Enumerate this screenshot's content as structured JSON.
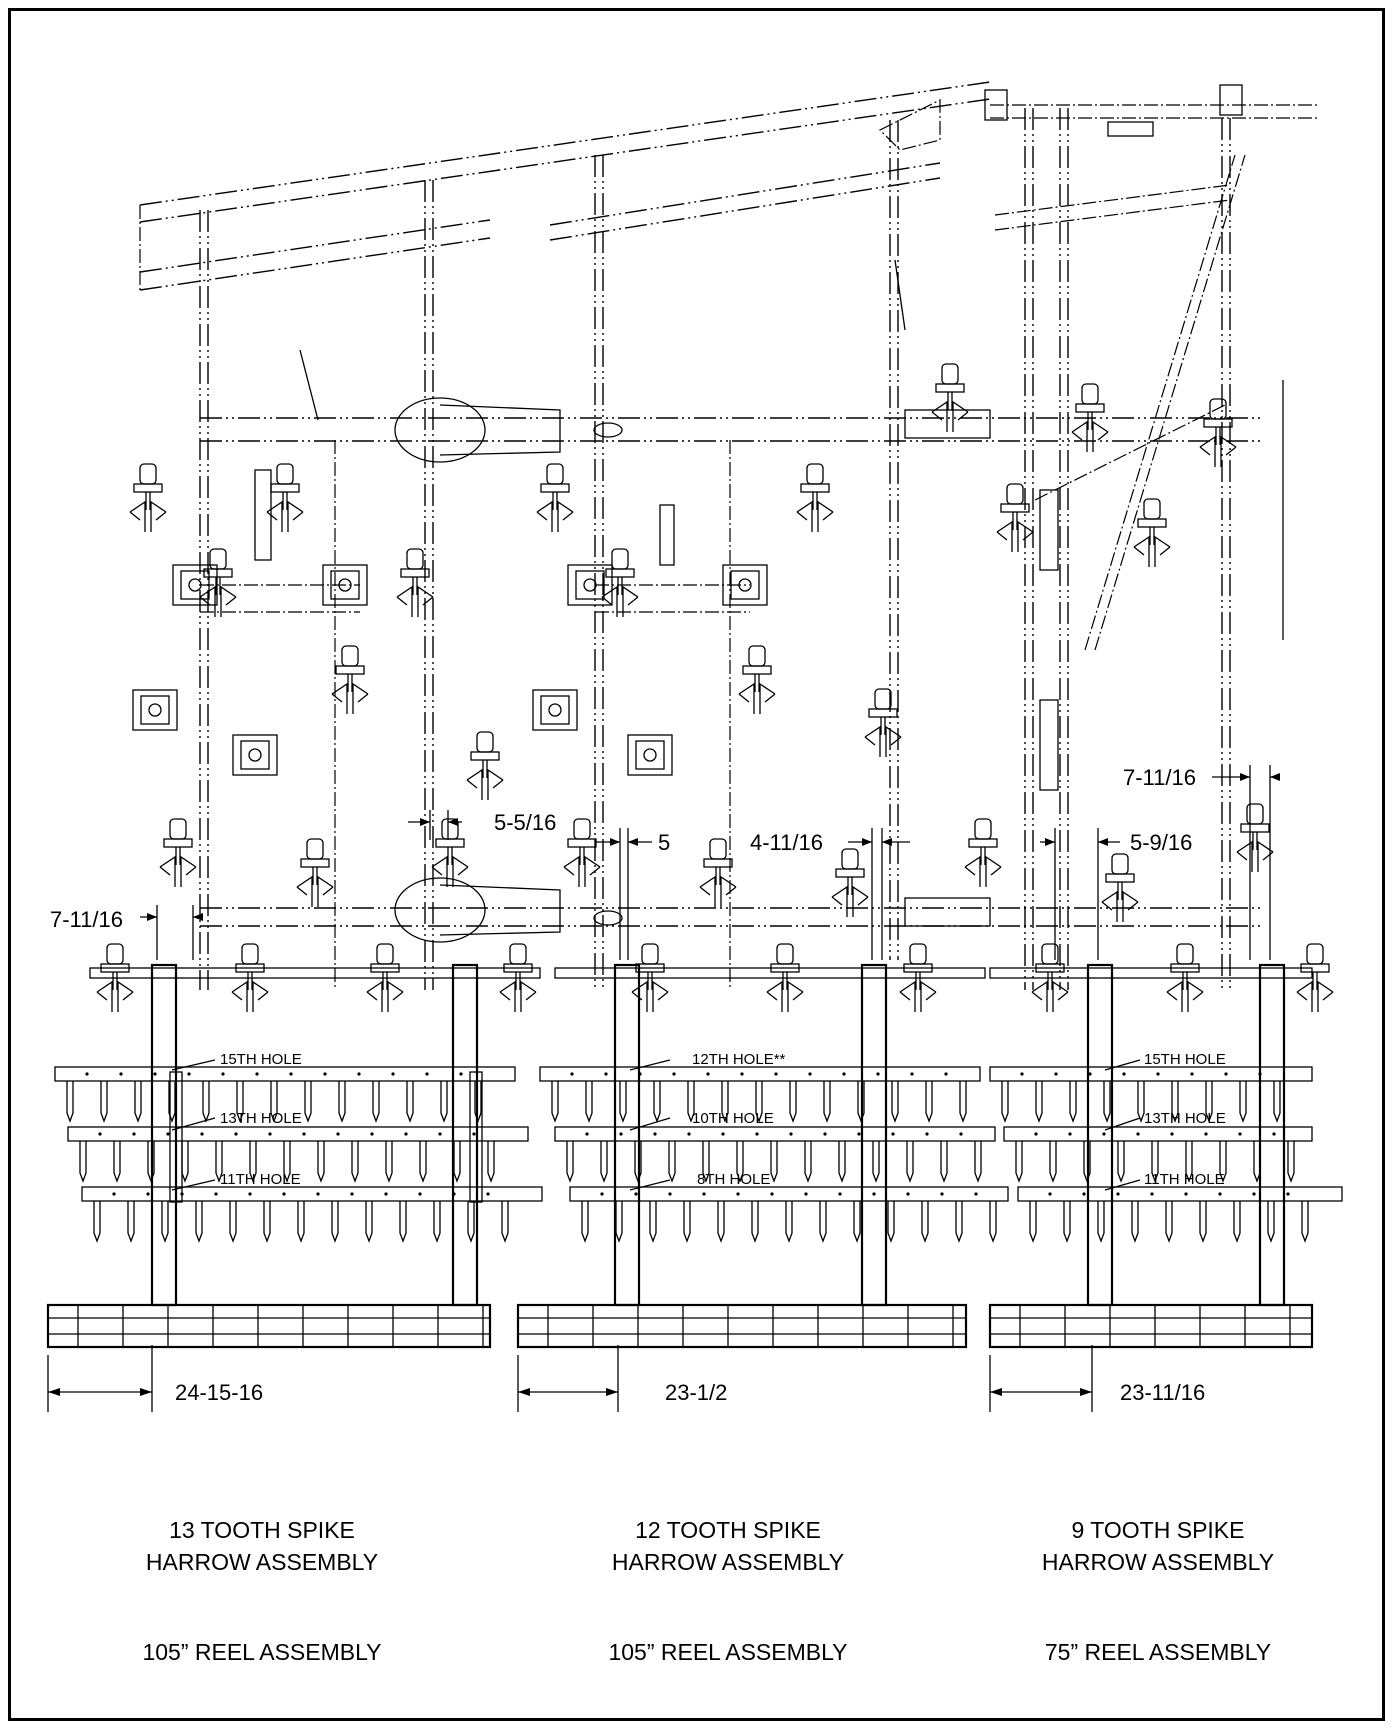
{
  "dimensions": {
    "d_7_11_16_right": "7-11/16",
    "d_5_5_16": "5-5/16",
    "d_5": "5",
    "d_4_11_16": "4-11/16",
    "d_5_9_16": "5-9/16",
    "d_7_11_16_left": "7-11/16",
    "d_24_15_16": "24-15-16",
    "d_23_1_2": "23-1/2",
    "d_23_11_16": "23-11/16"
  },
  "hole_labels": {
    "left": [
      "15TH HOLE",
      "13TH HOLE",
      "11TH HOLE"
    ],
    "center": [
      "12TH HOLE**",
      "10TH HOLE",
      "8TH HOLE"
    ],
    "right": [
      "15TH HOLE",
      "13TH HOLE",
      "11TH HOLE"
    ]
  },
  "captions": {
    "left": {
      "line1": "13 TOOTH SPIKE",
      "line2": "HARROW ASSEMBLY",
      "reel": "105” REEL ASSEMBLY"
    },
    "center": {
      "line1": "12 TOOTH SPIKE",
      "line2": "HARROW ASSEMBLY",
      "reel": "105” REEL ASSEMBLY"
    },
    "right": {
      "line1": "9 TOOTH SPIKE",
      "line2": "HARROW ASSEMBLY",
      "reel": "75” REEL ASSEMBLY"
    }
  }
}
